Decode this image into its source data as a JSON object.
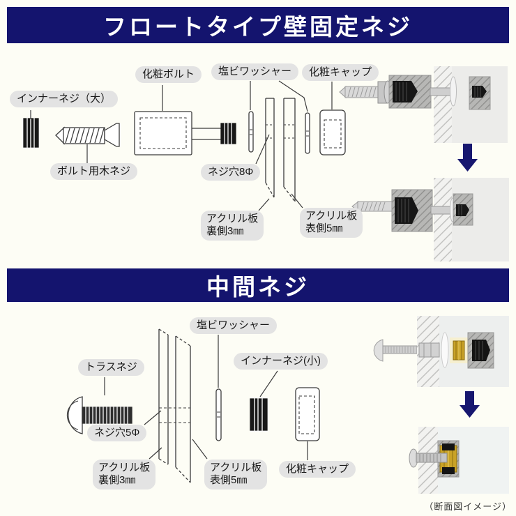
{
  "colors": {
    "header_bg": "#14146E",
    "label_bg": "#E3E3E3",
    "arrow": "#17176F",
    "page_bg": "#FDFDF5",
    "gold": "#C9A227"
  },
  "section1": {
    "title": "フロートタイプ壁固定ネジ",
    "labels": {
      "inner_screw_large": "インナーネジ（大）",
      "decorative_bolt": "化粧ボルト",
      "pvc_washer": "塩ビワッシャー",
      "decorative_cap": "化粧キャップ",
      "bolt_wood_screw": "ボルト用木ネジ",
      "screw_hole_8": "ネジ穴8Φ",
      "acrylic_back_l1": "アクリル板",
      "acrylic_back_l2": "裏側3㎜",
      "acrylic_front_l1": "アクリル板",
      "acrylic_front_l2": "表側5㎜"
    }
  },
  "section2": {
    "title": "中間ネジ",
    "labels": {
      "truss_screw": "トラスネジ",
      "pvc_washer": "塩ビワッシャー",
      "inner_screw_small": "インナーネジ(小)",
      "screw_hole_5": "ネジ穴5Φ",
      "acrylic_back_l1": "アクリル板",
      "acrylic_back_l2": "裏側3㎜",
      "acrylic_front_l1": "アクリル板",
      "acrylic_front_l2": "表側5㎜",
      "decorative_cap": "化粧キャップ"
    }
  },
  "caption": "（断面図イメージ）"
}
